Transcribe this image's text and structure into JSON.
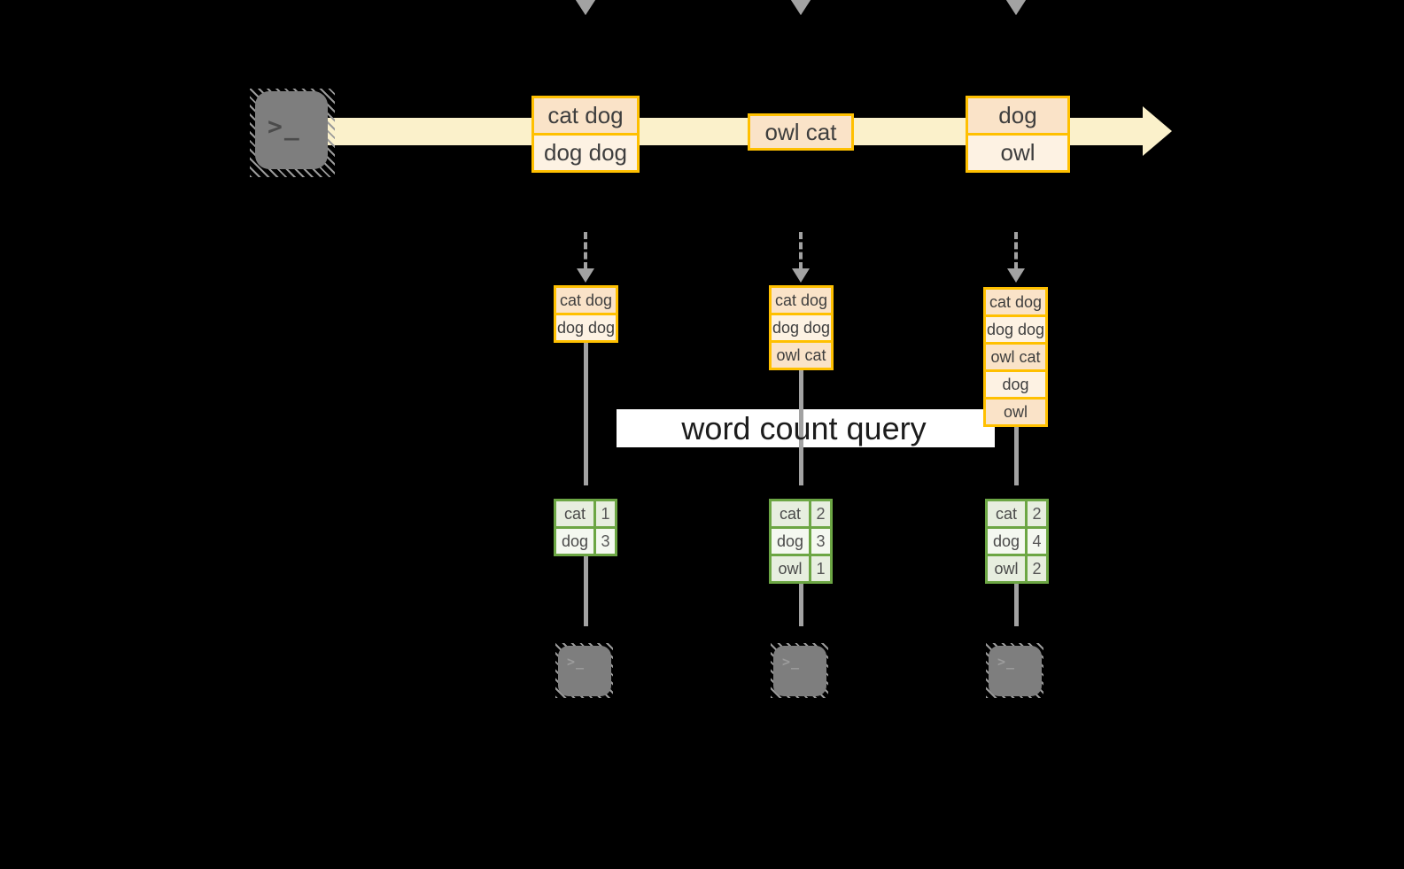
{
  "query_label": "word count query",
  "prompt_glyph": ">_",
  "stream": {
    "batches": [
      {
        "rows": [
          "cat dog",
          "dog dog"
        ]
      },
      {
        "rows": [
          "owl cat"
        ]
      },
      {
        "rows": [
          "dog",
          "owl"
        ]
      }
    ]
  },
  "columns": [
    {
      "state_rows": [
        "cat dog",
        "dog dog"
      ],
      "counts": [
        {
          "word": "cat",
          "value": "1"
        },
        {
          "word": "dog",
          "value": "3"
        }
      ]
    },
    {
      "state_rows": [
        "cat dog",
        "dog dog",
        "owl cat"
      ],
      "counts": [
        {
          "word": "cat",
          "value": "2"
        },
        {
          "word": "dog",
          "value": "3"
        },
        {
          "word": "owl",
          "value": "1"
        }
      ]
    },
    {
      "state_rows": [
        "cat dog",
        "dog dog",
        "owl cat",
        "dog",
        "owl"
      ],
      "counts": [
        {
          "word": "cat",
          "value": "2"
        },
        {
          "word": "dog",
          "value": "4"
        },
        {
          "word": "owl",
          "value": "2"
        }
      ]
    }
  ],
  "colors": {
    "background": "#000000",
    "stream_band": "#FBF1CB",
    "batch_border": "#FFC000",
    "batch_fill_dark": "#FAE3C8",
    "batch_fill_light": "#FDF2E3",
    "table_border": "#6CA644",
    "table_fill_dark": "#E7EEDF",
    "table_fill_light": "#F4F8F0",
    "arrow": "#A2A2A2",
    "query_band": "#FFFFFF",
    "terminal": "#7E7E7E"
  }
}
